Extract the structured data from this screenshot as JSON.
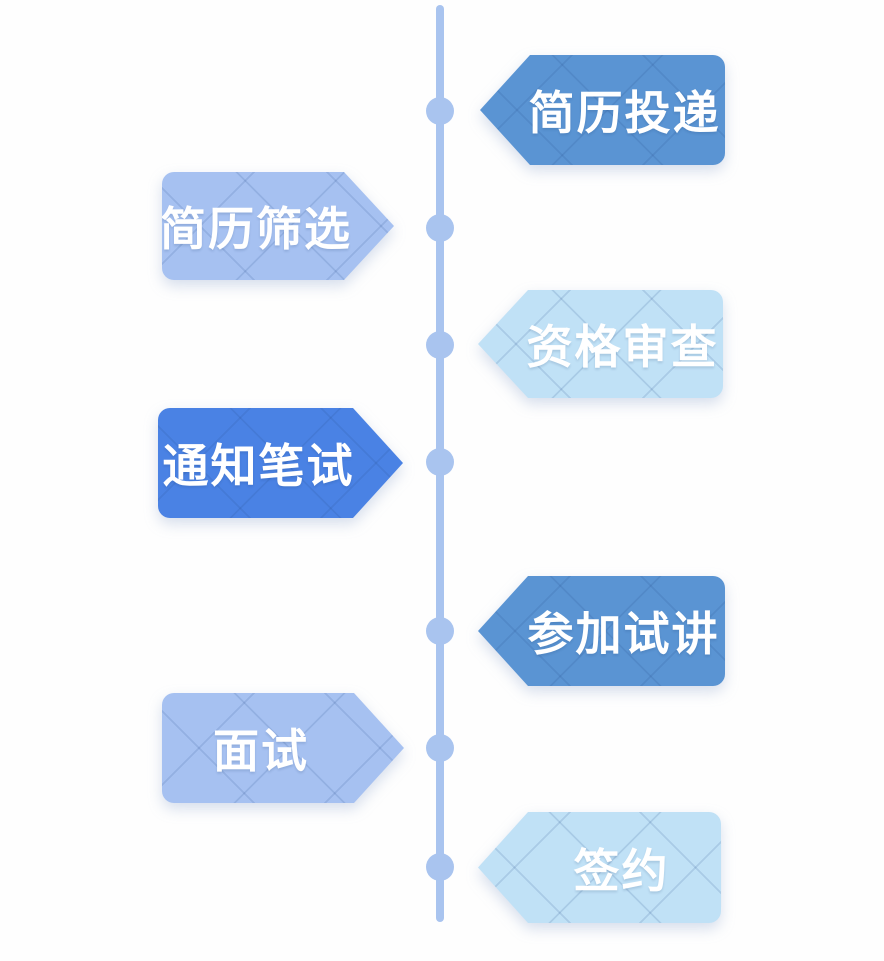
{
  "colors": {
    "background": "#fefefe",
    "timeline": "#a9c4ef",
    "step-dark": "#4a82e4",
    "step-medium": "#5a94d3",
    "step-light": "#a6c1f1",
    "step-pale": "#c0e1f6",
    "label-text": "#ffffff"
  },
  "diagram": {
    "type": "vertical-timeline-flowchart",
    "description": "Recruitment process steps alternating left and right of a central vertical timeline with circular nodes",
    "steps": [
      {
        "label": "简历投递",
        "side": "right",
        "tone": "medium",
        "arrow_points": "left"
      },
      {
        "label": "简历筛选",
        "side": "left",
        "tone": "light",
        "arrow_points": "right"
      },
      {
        "label": "资格审查",
        "side": "right",
        "tone": "pale",
        "arrow_points": "left"
      },
      {
        "label": "通知笔试",
        "side": "left",
        "tone": "dark",
        "arrow_points": "right"
      },
      {
        "label": "参加试讲",
        "side": "right",
        "tone": "medium",
        "arrow_points": "left"
      },
      {
        "label": "面试",
        "side": "left",
        "tone": "light",
        "arrow_points": "right"
      },
      {
        "label": "签约",
        "side": "right",
        "tone": "pale",
        "arrow_points": "left"
      }
    ],
    "node_count": 7
  }
}
